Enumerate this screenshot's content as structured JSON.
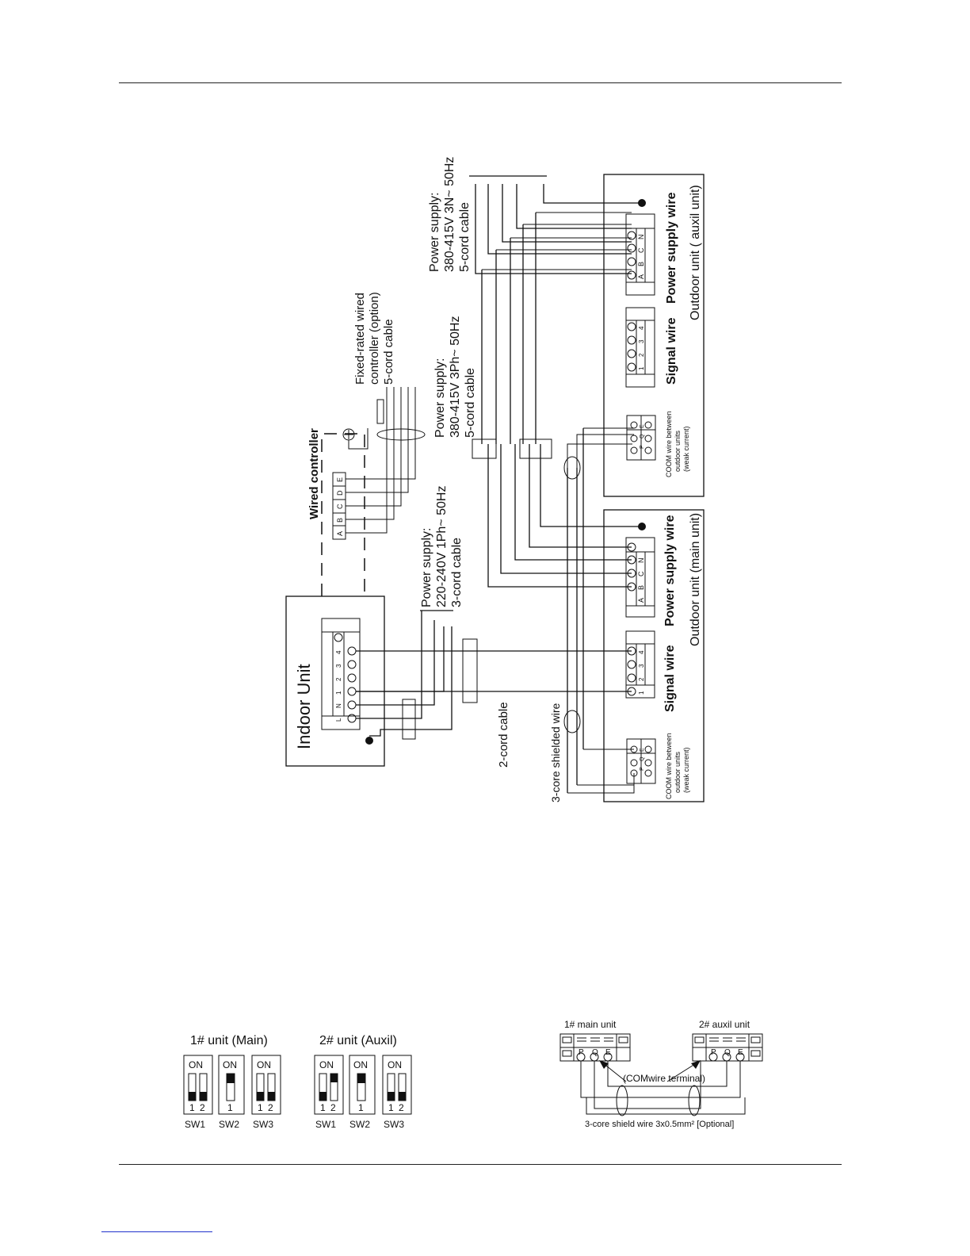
{
  "main_diagram": {
    "indoor_unit": {
      "title": "Indoor Unit",
      "terminals": [
        "L",
        "N",
        "1",
        "2",
        "3",
        "4"
      ]
    },
    "wired_controller": {
      "title": "Wired controller",
      "terminals": [
        "A",
        "B",
        "C",
        "D",
        "E"
      ]
    },
    "fixed_rated_controller": {
      "line1": "Fixed-rated wired",
      "line2": "controller (option)",
      "line3": "5-cord cable"
    },
    "indoor_power": {
      "line1": "Power supply:",
      "line2": "220-240V 1Ph~ 50Hz",
      "line3": "3-cord cable"
    },
    "main_power": {
      "line1": "Power supply:",
      "line2": "380-415V 3Ph~ 50Hz",
      "line3": "5-cord cable"
    },
    "auxil_power": {
      "line1": "Power supply:",
      "line2": "380-415V 3N~  50Hz",
      "line3": "5-cord cable"
    },
    "two_cord_cable": "2-cord cable",
    "shielded_wire": "3-core shielded wire",
    "outdoor_main": {
      "signal_label": "Signal wire",
      "power_label": "Power supply wire",
      "caption": "Outdoor unit  (main unit)",
      "signal_terminals": [
        "1",
        "2",
        "3",
        "4"
      ],
      "power_terminals": [
        "A",
        "B",
        "C",
        "N"
      ],
      "com_terminals": [
        "P",
        "Q",
        "E"
      ],
      "com_caption1": "COOM wire between",
      "com_caption2": "outdoor units",
      "com_caption3": "(weak current)"
    },
    "outdoor_auxil": {
      "signal_label": "Signal wire",
      "power_label": "Power supply wire",
      "caption": "Outdoor unit  ( auxil unit)",
      "signal_terminals": [
        "1",
        "2",
        "3",
        "4"
      ],
      "power_terminals": [
        "A",
        "B",
        "C",
        "N"
      ],
      "com_terminals": [
        "P",
        "Q",
        "E"
      ],
      "com_caption1": "COOM wire between",
      "com_caption2": "outdoor units",
      "com_caption3": "(weak current)"
    }
  },
  "dip_switches": {
    "main_title": "1# unit (Main)",
    "auxil_title": "2#  unit (Auxil)",
    "on_label": "ON",
    "switch_names": [
      "SW1",
      "SW2",
      "SW3"
    ],
    "numbers_two": [
      "1",
      "2"
    ],
    "numbers_one": [
      "1"
    ]
  },
  "com_diagram": {
    "main_label": "1# main unit",
    "auxil_label": "2# auxil unit",
    "terminal_letters": [
      "P",
      "Q",
      "E"
    ],
    "terminal_caption": "(COMwire terminal)",
    "cable_caption": "3-core shield wire 3x0.5mm² [Optional]"
  }
}
